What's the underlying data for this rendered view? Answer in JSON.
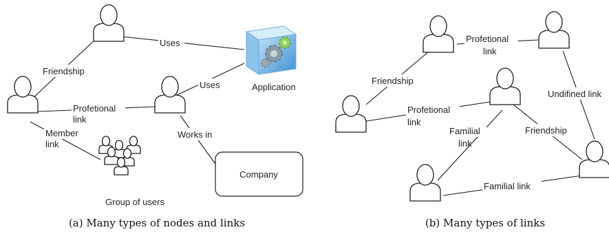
{
  "panel_a": {
    "labels": {
      "uses_top": "Uses",
      "friendship": "Friendship",
      "uses_right": "Uses",
      "application": "Application",
      "profetional_1": "Profetional",
      "profetional_2": "link",
      "member_1": "Member",
      "member_2": "link",
      "works_in": "Works in",
      "company": "Company",
      "group": "Group of users"
    },
    "caption": "(a) Many types of nodes and links"
  },
  "panel_b": {
    "labels": {
      "profetional_top_1": "Profetional",
      "profetional_top_2": "link",
      "friendship_left": "Friendship",
      "undefined_link": "Undifined link",
      "profetional_mid_1": "Profetional",
      "profetional_mid_2": "link",
      "familial_1": "Familial",
      "familial_2": "link",
      "friendship_right": "Friendship",
      "familial_bottom": "Familial link"
    },
    "caption": "(b) Many types of links"
  },
  "colors": {
    "line": "#1a1a1a",
    "app_cube": "#5fa8e0"
  },
  "icons": [
    "person-icon",
    "application-cube-icon",
    "gear-icon",
    "group-of-users-icon"
  ]
}
